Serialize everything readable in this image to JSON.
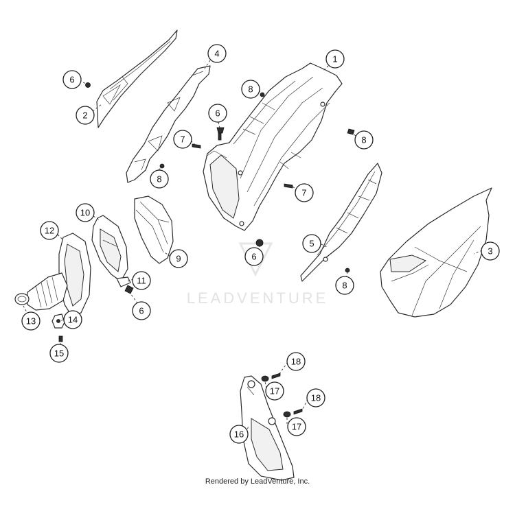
{
  "watermark": "LEADVENTURE",
  "footer": "Rendered by LeadVenture, Inc.",
  "callouts": [
    "1",
    "2",
    "3",
    "4",
    "5",
    "6",
    "6",
    "6",
    "6",
    "7",
    "7",
    "8",
    "8",
    "8",
    "8",
    "9",
    "10",
    "11",
    "12",
    "13",
    "14",
    "15",
    "16",
    "17",
    "17",
    "18",
    "18"
  ]
}
